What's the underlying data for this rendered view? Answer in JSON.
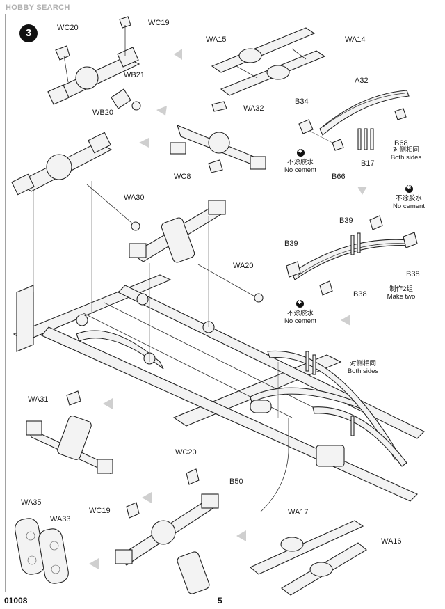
{
  "watermark": "HOBBY SEARCH",
  "step_number": "3",
  "footer": {
    "code": "01008",
    "page": "5"
  },
  "labels": {
    "wc20_top": "WC20",
    "wc19_top": "WC19",
    "wb21": "WB21",
    "wb20": "WB20",
    "wa15": "WA15",
    "wa14": "WA14",
    "wa32": "WA32",
    "wc8": "WC8",
    "a32": "A32",
    "b34": "B34",
    "b68": "B68",
    "b17": "B17",
    "b66": "B66",
    "wa30": "WA30",
    "b39_a": "B39",
    "b39_b": "B39",
    "b38_a": "B38",
    "b38_b": "B38",
    "wa20": "WA20",
    "wa31": "WA31",
    "wc20_bottom": "WC20",
    "b50": "B50",
    "wa35": "WA35",
    "wa33": "WA33",
    "wc19_bottom": "WC19",
    "wa17": "WA17",
    "wa16": "WA16"
  },
  "notes": {
    "no_cement_cn_1": "不涂胶水",
    "no_cement_en_1": "No cement",
    "both_sides_cn_1": "对侧相同",
    "both_sides_en_1": "Both sides",
    "no_cement_cn_2": "不涂胶水",
    "no_cement_en_2": "No cement",
    "make_two_cn": "制作2组",
    "make_two_en": "Make two",
    "no_cement_cn_3": "不涂胶水",
    "no_cement_en_3": "No cement",
    "both_sides_cn_2": "对侧相同",
    "both_sides_en_2": "Both sides"
  }
}
